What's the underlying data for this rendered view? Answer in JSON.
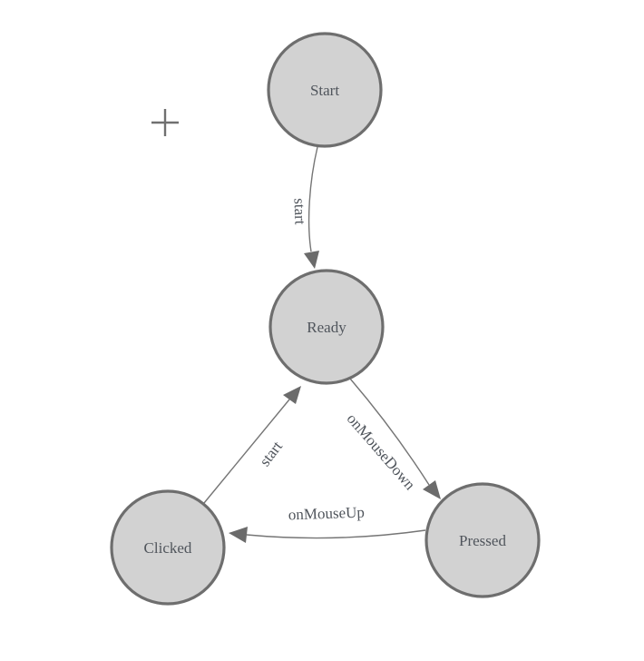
{
  "diagram": {
    "type": "state-machine",
    "background": "#ffffff",
    "colors": {
      "node_fill": "#d2d2d2",
      "node_stroke": "#6e6e6e",
      "edge_stroke": "#757575",
      "arrow_fill": "#6b6b6b",
      "label_text": "#50555c",
      "crosshair": "#707070"
    },
    "nodes": [
      {
        "id": "start",
        "label": "Start"
      },
      {
        "id": "ready",
        "label": "Ready"
      },
      {
        "id": "clicked",
        "label": "Clicked"
      },
      {
        "id": "pressed",
        "label": "Pressed"
      }
    ],
    "edges": [
      {
        "from": "start",
        "to": "ready",
        "label": "start"
      },
      {
        "from": "clicked",
        "to": "ready",
        "label": "start"
      },
      {
        "from": "ready",
        "to": "pressed",
        "label": "onMouseDown"
      },
      {
        "from": "pressed",
        "to": "clicked",
        "label": "onMouseUp"
      }
    ]
  }
}
